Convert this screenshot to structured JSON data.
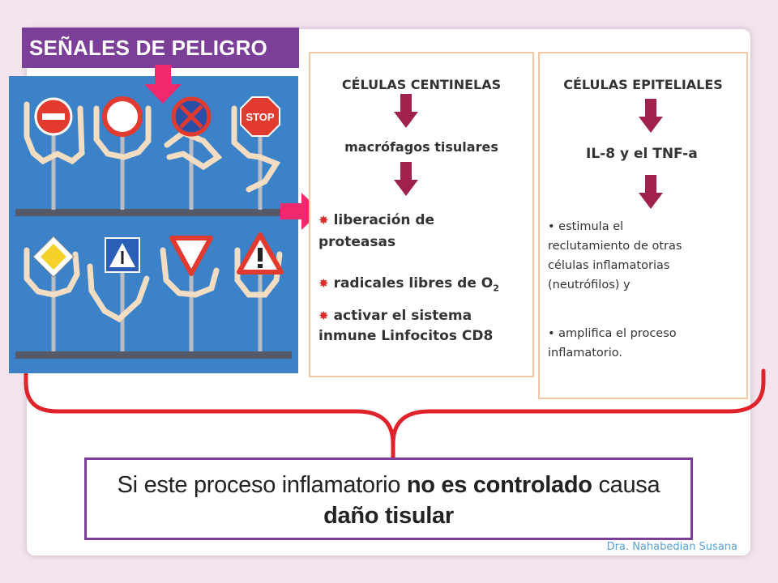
{
  "title": "SEÑALES DE PELIGRO",
  "left_panel": {
    "heading": "CÉLULAS CENTINELAS",
    "subheading": "macrófagos tisulares",
    "items": [
      {
        "line1": "liberación de",
        "line2": "proteasas"
      },
      {
        "line1": "radicales libres de O",
        "subscript": "2"
      },
      {
        "line1": "activar el sistema",
        "line2": "inmune Linfocitos CD8"
      }
    ]
  },
  "right_panel": {
    "heading": "CÉLULAS EPITELIALES",
    "subheading": "IL-8 y el TNF-a",
    "bullets": [
      [
        "estimula el",
        "reclutamiento de otras",
        "células inflamatorias",
        "(neutrófilos) y"
      ],
      [
        "amplifica el proceso",
        "inflamatorio."
      ]
    ]
  },
  "conclusion": {
    "part1": "Si este proceso inflamatorio ",
    "bold1": "no es controlado",
    "part2": " causa",
    "bold2": "daño tisular"
  },
  "footer": "Dra. Nahabedian Susana",
  "colors": {
    "accent": "#7b3f98",
    "arrow_dark": "#a0224b",
    "arrow_pink": "#f0286e",
    "brace": "#e0232b"
  }
}
